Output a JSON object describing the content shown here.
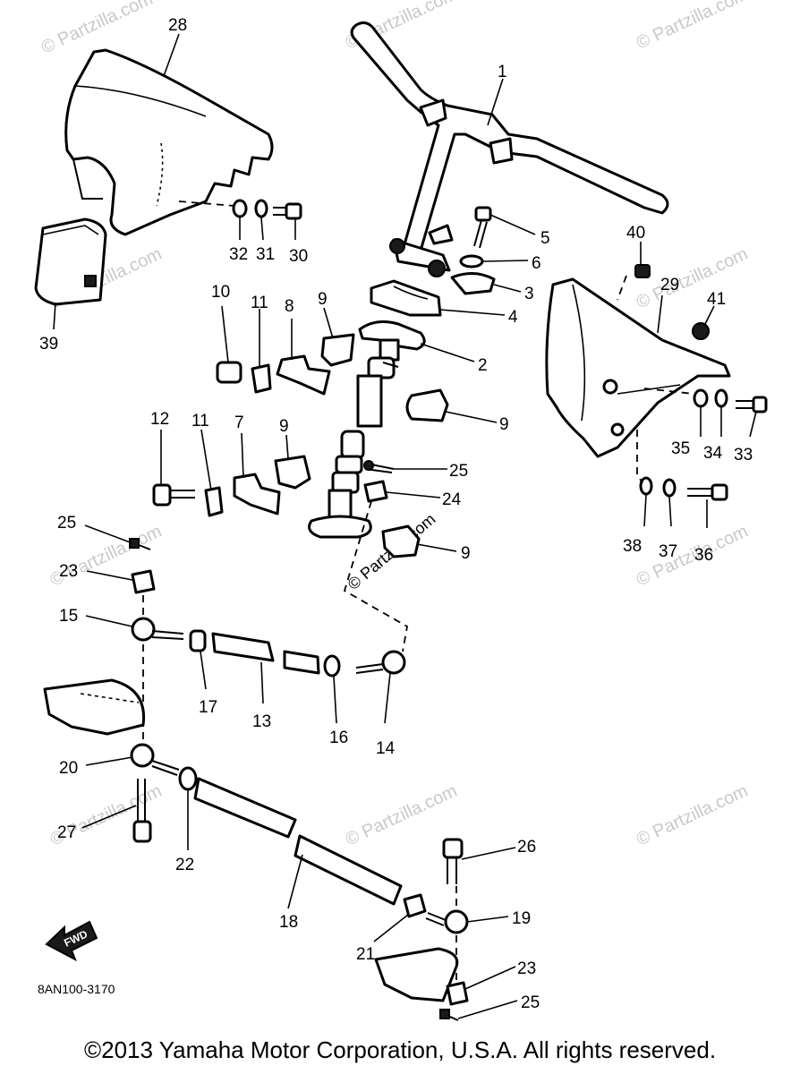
{
  "diagram": {
    "callouts": [
      {
        "id": "28",
        "label": "28"
      },
      {
        "id": "1",
        "label": "1"
      },
      {
        "id": "5",
        "label": "5"
      },
      {
        "id": "6",
        "label": "6"
      },
      {
        "id": "3",
        "label": "3"
      },
      {
        "id": "4",
        "label": "4"
      },
      {
        "id": "32",
        "label": "32"
      },
      {
        "id": "31",
        "label": "31"
      },
      {
        "id": "30",
        "label": "30"
      },
      {
        "id": "39",
        "label": "39"
      },
      {
        "id": "40",
        "label": "40"
      },
      {
        "id": "29",
        "label": "29"
      },
      {
        "id": "41",
        "label": "41"
      },
      {
        "id": "10",
        "label": "10"
      },
      {
        "id": "11a",
        "label": "11"
      },
      {
        "id": "8",
        "label": "8"
      },
      {
        "id": "9a",
        "label": "9"
      },
      {
        "id": "2",
        "label": "2"
      },
      {
        "id": "9b",
        "label": "9"
      },
      {
        "id": "35",
        "label": "35"
      },
      {
        "id": "34",
        "label": "34"
      },
      {
        "id": "33",
        "label": "33"
      },
      {
        "id": "12",
        "label": "12"
      },
      {
        "id": "11b",
        "label": "11"
      },
      {
        "id": "7",
        "label": "7"
      },
      {
        "id": "9c",
        "label": "9"
      },
      {
        "id": "25a",
        "label": "25"
      },
      {
        "id": "24",
        "label": "24"
      },
      {
        "id": "9d",
        "label": "9"
      },
      {
        "id": "38",
        "label": "38"
      },
      {
        "id": "37",
        "label": "37"
      },
      {
        "id": "36",
        "label": "36"
      },
      {
        "id": "25b",
        "label": "25"
      },
      {
        "id": "23a",
        "label": "23"
      },
      {
        "id": "15",
        "label": "15"
      },
      {
        "id": "17",
        "label": "17"
      },
      {
        "id": "13",
        "label": "13"
      },
      {
        "id": "16",
        "label": "16"
      },
      {
        "id": "14",
        "label": "14"
      },
      {
        "id": "20",
        "label": "20"
      },
      {
        "id": "27",
        "label": "27"
      },
      {
        "id": "22",
        "label": "22"
      },
      {
        "id": "26",
        "label": "26"
      },
      {
        "id": "18",
        "label": "18"
      },
      {
        "id": "19",
        "label": "19"
      },
      {
        "id": "21",
        "label": "21"
      },
      {
        "id": "23b",
        "label": "23"
      },
      {
        "id": "25c",
        "label": "25"
      }
    ],
    "drawing_code": "8AN100-3170",
    "fwd_label": "FWD",
    "watermark_text": "© Partzilla.com",
    "copyright": "©2013 Yamaha Motor Corporation, U.S.A. All rights reserved."
  }
}
